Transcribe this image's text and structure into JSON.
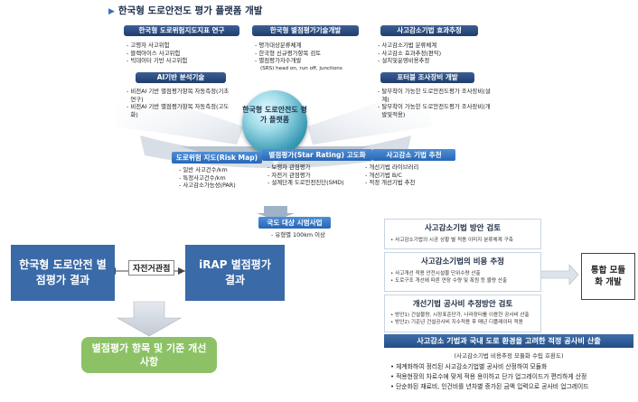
{
  "title": "한국형 도로안전도 평가 플랫폼 개발",
  "top_left": {
    "header": "한국형 도로위험지도지표 연구",
    "items": [
      "고령자 사고위험",
      "블랙아이스 사고위험",
      "빅데이터 기반 사고위험"
    ]
  },
  "top_center": {
    "header": "한국형 별점평가기술개발",
    "items": [
      "평가대상분류체계",
      "한국형 신규평가항목 검토",
      "별점평가자수개발"
    ],
    "note": "(SRS) head on, run off, junctions"
  },
  "top_right": {
    "header": "사고감소기법 효과추정",
    "items": [
      "사고감소기법 분류체계",
      "사고감소 효과추정(편익)",
      "설치및운영비용추정"
    ]
  },
  "mid_left": {
    "header": "AI기반 분석기술",
    "items": [
      "비전AI 기반 별점평가항목 자동측정(기초연구)",
      "비전AI 기반 별점평가항목 자동측정(고도화)"
    ]
  },
  "mid_right": {
    "header": "포터블 조사장비 개발",
    "items": [
      "탈부착이 가능한 도로안전도평가 조사장비(설계)",
      "탈부착이 가능한 도로안전도평가 조사장비(개발및적용)"
    ]
  },
  "hub": {
    "line1": "한국형 도로안전도 평",
    "line2": "가 플랫폼"
  },
  "bottom_cols": [
    {
      "header": "도로위험 지도(Risk Map)",
      "items": [
        "일반 사고건수/km",
        "특정사고건수/km",
        "사고감소가능성(PAR)"
      ]
    },
    {
      "header": "별점평가(Star Rating) 고도화",
      "items": [
        "보행자 관점평가",
        "자전거 관점평가",
        "설계단계 도로안전진단(SMD)"
      ]
    },
    {
      "header": "사고감소 기법 추천",
      "items": [
        "개선기법 라이브러리",
        "개선기법 B/C",
        "적정 개선기법 추천"
      ]
    }
  ],
  "pilot": {
    "header": "국도 대상 시범사업",
    "sub": "유형별 100km 이상"
  },
  "left_flow": {
    "box1": "한국형 도로안전 별점평가 결과",
    "compare": "자전거관점",
    "box2": "iRAP 별점평가 결과",
    "result": "별점평가 항목 및 기준 개선사항"
  },
  "right_panel": {
    "sections": [
      {
        "title": "사고감소기법 방안 검토",
        "items": [
          "사고감소기법의 시공 상황 별 적용 이미지 분류체계 구축"
        ]
      },
      {
        "title": "사고감소기법의 비용 추정",
        "items": [
          "사고개선 적용 안전시설물 단위수량 산출",
          "도로구조 개선에 따른 연장 수량 및 폭원 등 물량 산출"
        ]
      },
      {
        "title": "개선기법 공사비 추정방안 검토",
        "items": [
          "방안1) 건설물량, 시장표준단가, 나라장터를 이용한 공사비 산출",
          "방안2) 기준년 건설공사비 지수적용 후 매년 디플레이터 적용"
        ]
      }
    ],
    "banner": "사고감소 기법과 국내 도로 환경을 고려한 적정 공사비 산출",
    "sub": "(사고감소기법 비용추정 모듈화 수립 호환도)",
    "bullets": [
      "체계화하여 정리된 사고감소기법별 공사비 산정하여 모듈화",
      "적용현장의 차로수에 맞게 적용 용이하고 단가 업그레이드가 편리하게 산정",
      "단순화된 재료비, 인건비를 년차별 증가된 금액 입력으로 공사비 업그레이드"
    ],
    "module": "통합 모듈화 개발"
  }
}
